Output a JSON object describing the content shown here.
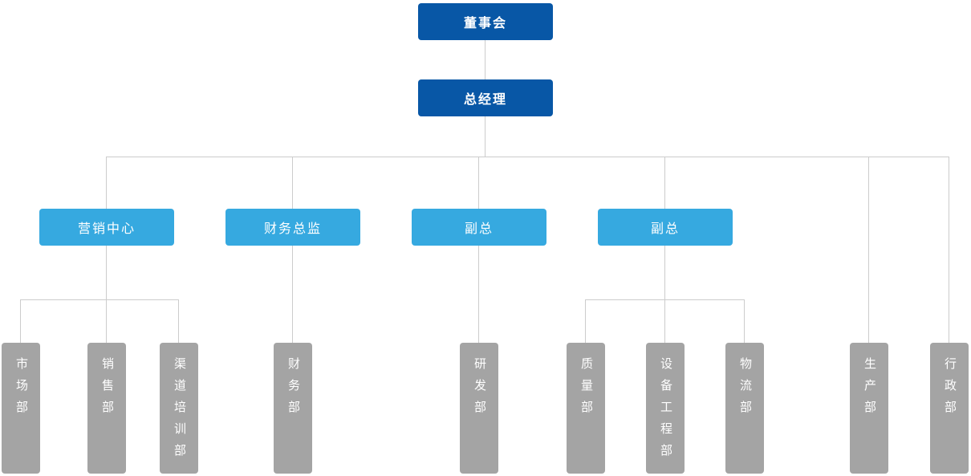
{
  "org_chart": {
    "executive_nodes": [
      {
        "id": "board",
        "label": "董事会"
      },
      {
        "id": "general-manager",
        "label": "总经理",
        "reports_to": "board"
      }
    ],
    "management_nodes": [
      {
        "id": "marketing-center",
        "label": "营销中心",
        "reports_to": "general-manager"
      },
      {
        "id": "finance-director",
        "label": "财务总监",
        "reports_to": "general-manager"
      },
      {
        "id": "vice-president-1",
        "label": "副总",
        "reports_to": "general-manager"
      },
      {
        "id": "vice-president-2",
        "label": "副总",
        "reports_to": "general-manager"
      }
    ],
    "department_nodes": [
      {
        "id": "market-dept",
        "label": "市场部",
        "reports_to": "marketing-center"
      },
      {
        "id": "sales-dept",
        "label": "销售部",
        "reports_to": "marketing-center"
      },
      {
        "id": "channel-training-dept",
        "label": "渠道培训部",
        "reports_to": "marketing-center"
      },
      {
        "id": "finance-dept",
        "label": "财务部",
        "reports_to": "finance-director"
      },
      {
        "id": "rd-dept",
        "label": "研发部",
        "reports_to": "vice-president-1"
      },
      {
        "id": "quality-dept",
        "label": "质量部",
        "reports_to": "vice-president-2"
      },
      {
        "id": "equipment-engineering-dept",
        "label": "设备工程部",
        "reports_to": "vice-president-2"
      },
      {
        "id": "logistics-dept",
        "label": "物流部",
        "reports_to": "vice-president-2"
      },
      {
        "id": "production-dept",
        "label": "生产部",
        "reports_to": "general-manager"
      },
      {
        "id": "admin-dept",
        "label": "行政部",
        "reports_to": "general-manager"
      }
    ],
    "colors": {
      "executive": "#0857a6",
      "management": "#36a9e0",
      "department": "#a4a4a4",
      "connector": "#cccccc",
      "text": "#ffffff"
    }
  }
}
